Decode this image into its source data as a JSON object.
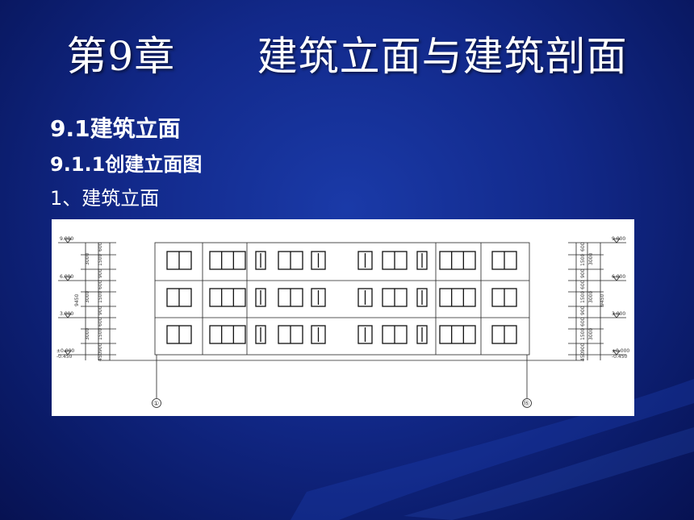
{
  "slide": {
    "title": "第9章      建筑立面与建筑剖面",
    "heading1": "9.1建筑立面",
    "heading2": "9.1.1创建立面图",
    "heading3": "1、建筑立面"
  },
  "drawing": {
    "elevations_left": [
      "9.000",
      "6.000",
      "3.000",
      "±0.000",
      "-0.450"
    ],
    "elevations_right": [
      "9.000",
      "6.000",
      "3.000",
      "±0.000",
      "-0.450"
    ],
    "dims_left_outer": [
      "3000",
      "3000",
      "3000"
    ],
    "dims_left_inner": [
      "600",
      "1500",
      "900",
      "600",
      "1500",
      "900",
      "600",
      "1500",
      "900",
      "450"
    ],
    "dim_left_total": "9450",
    "axis_left": "①",
    "axis_right": "⑮",
    "colors": {
      "background": "#12298a",
      "drawing_bg": "#ffffff",
      "line": "#222222"
    }
  }
}
